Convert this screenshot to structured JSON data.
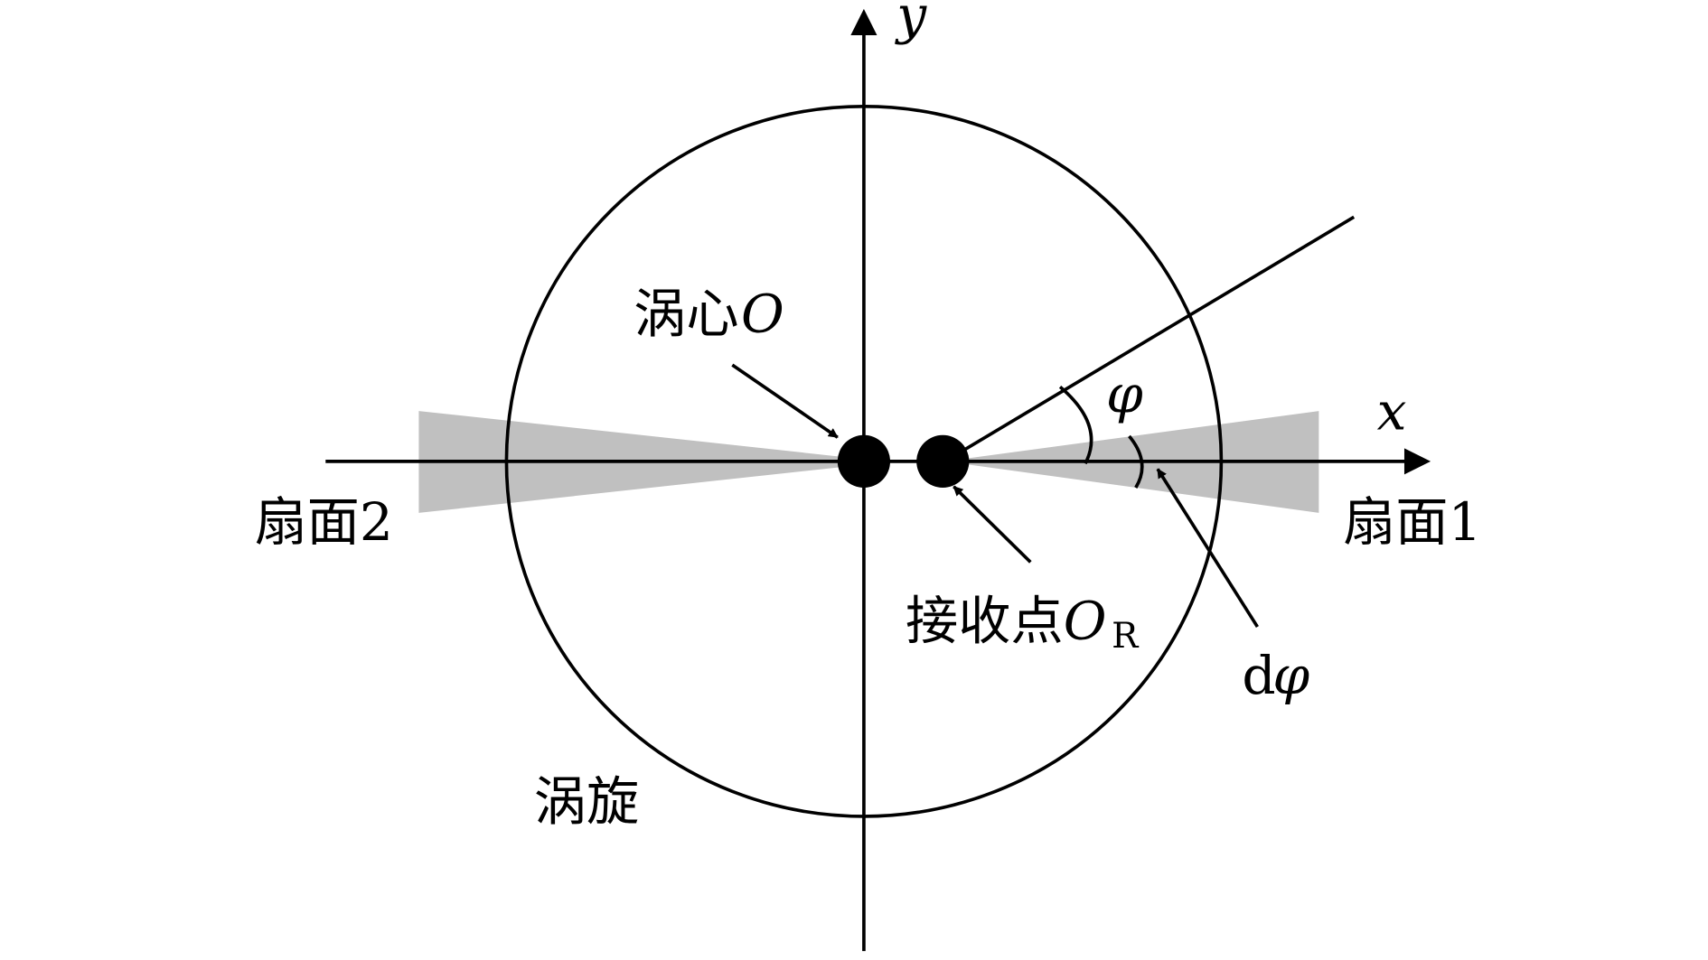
{
  "labels": {
    "y_axis": "y",
    "x_axis": "x",
    "vortex_center": "涡心",
    "vortex_center_symbol": "O",
    "receiver_point": "接收点",
    "receiver_symbol": "O",
    "receiver_subscript": "R",
    "phi": "φ",
    "dphi_d": "d",
    "dphi_phi": "φ",
    "sector_1": "扇面1",
    "sector_2": "扇面2",
    "vortex": "涡旋"
  },
  "colors": {
    "line": "#000000",
    "sector_fill": "#c0c0c0",
    "background": "#ffffff"
  }
}
